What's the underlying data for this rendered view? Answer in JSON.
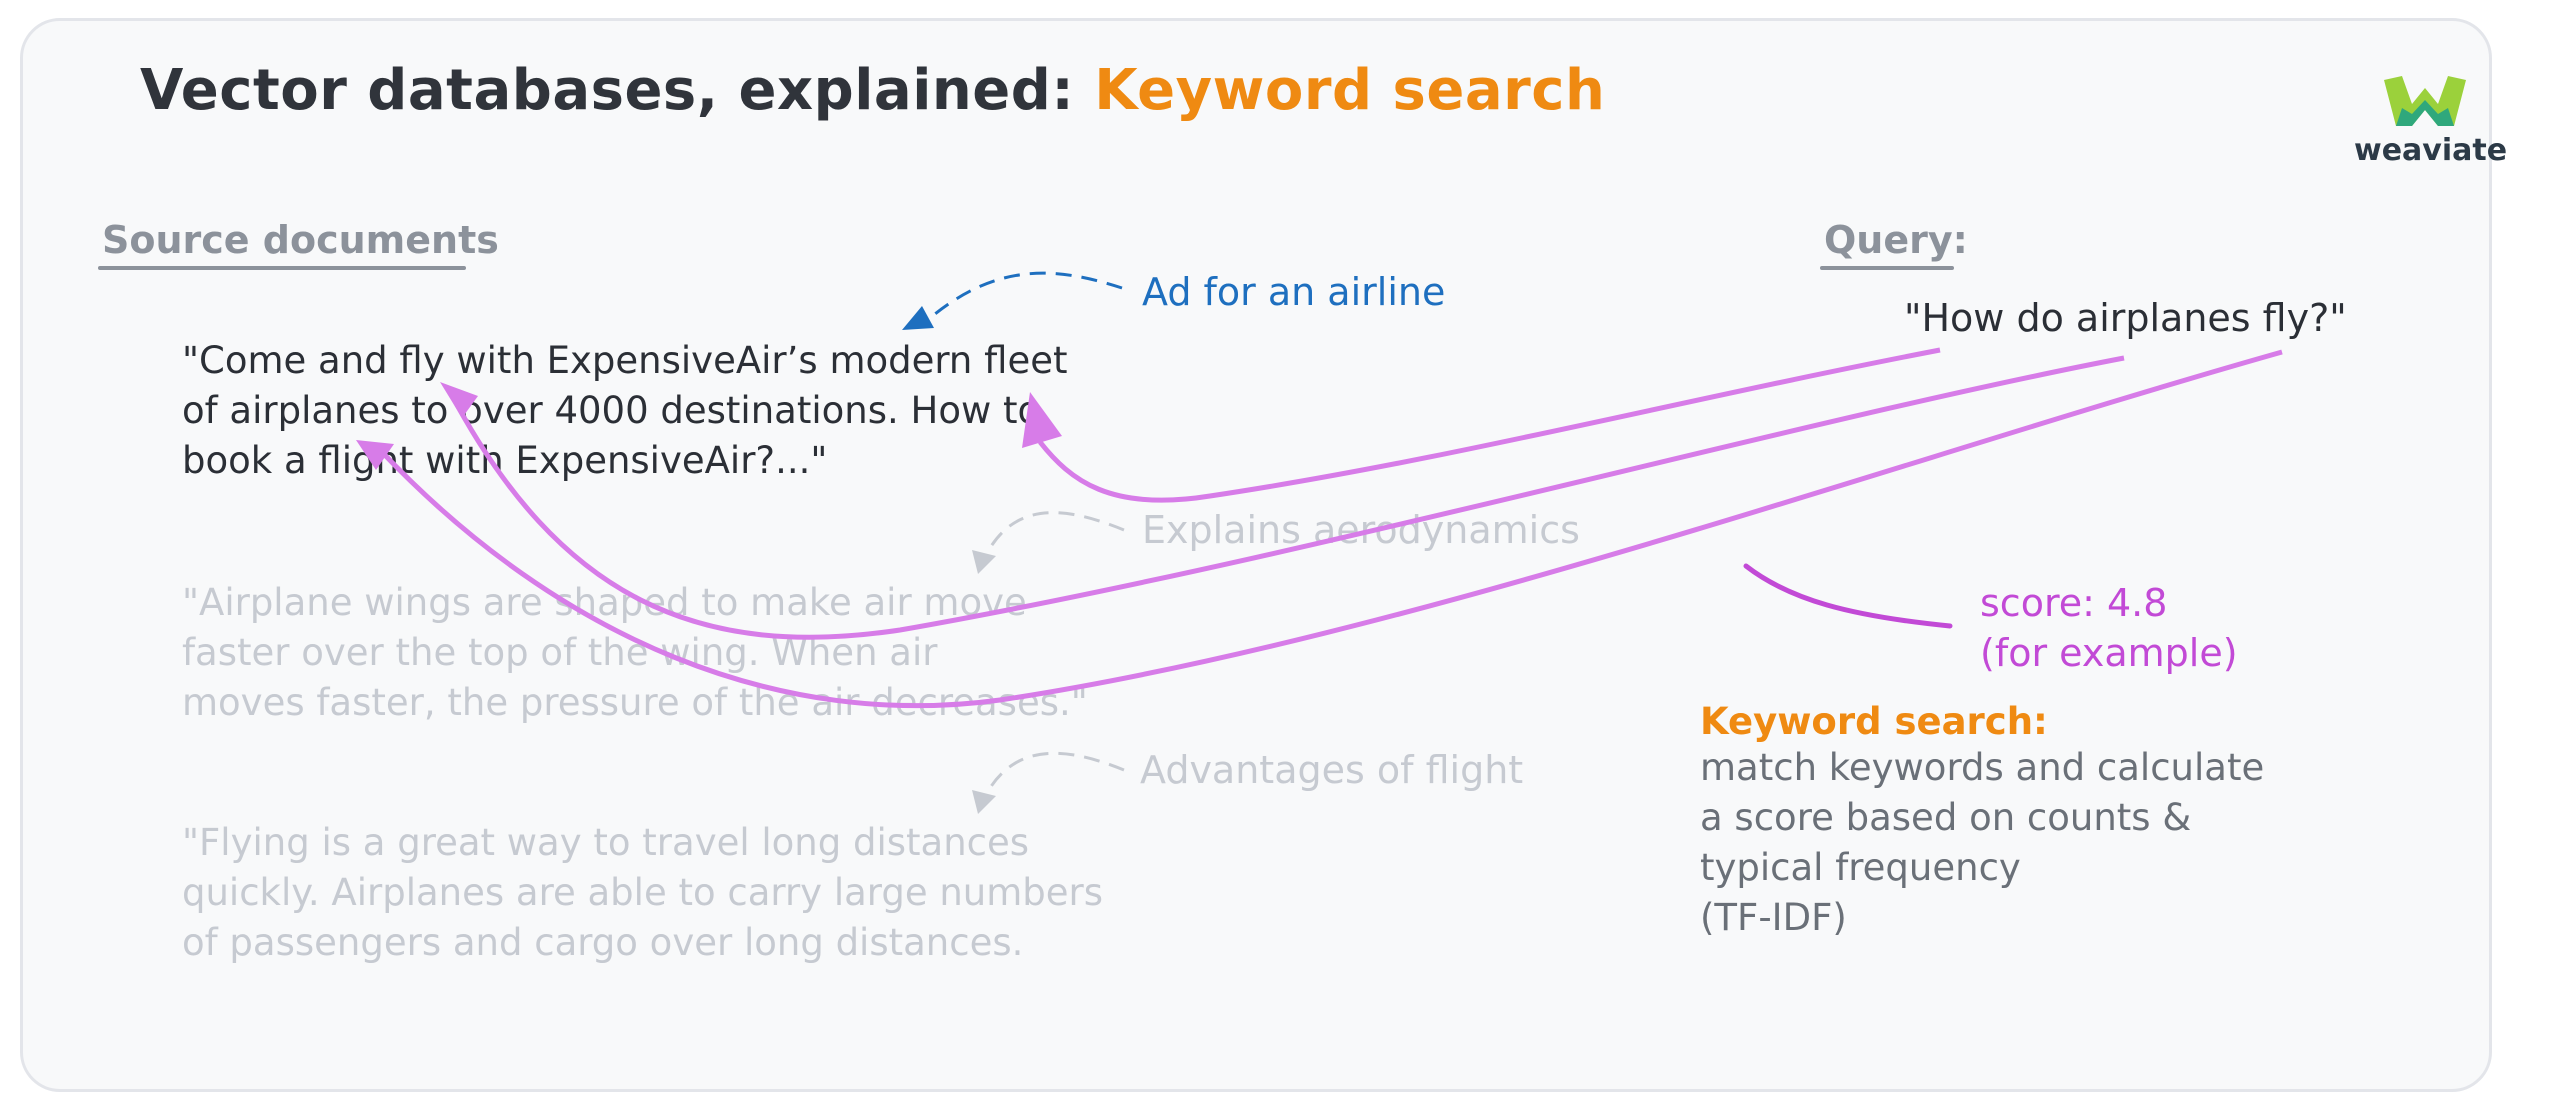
{
  "title": {
    "prefix": "Vector databases, explained: ",
    "highlight": "Keyword search"
  },
  "logo": {
    "text": "weaviate",
    "icon": "weaviate-logo-icon"
  },
  "source_documents": {
    "label": "Source documents",
    "docs": [
      {
        "lines": [
          "\"Come and fly with ExpensiveAir’s modern fleet",
          "of airplanes to over 4000 destinations. How to",
          "book a flight with ExpensiveAir?...\""
        ],
        "annotation": "Ad for an airline"
      },
      {
        "lines": [
          "\"Airplane wings are shaped to make air move",
          "faster over the top of the wing. When air",
          "moves faster,  the pressure of the air decreases.\""
        ],
        "annotation": "Explains aerodynamics"
      },
      {
        "lines": [
          "\"Flying is a great way to travel long distances",
          "quickly. Airplanes are able to carry large numbers",
          "of passengers and cargo over long distances."
        ],
        "annotation": "Advantages of flight"
      }
    ]
  },
  "query": {
    "label": "Query:",
    "text": "\"How do airplanes fly?\""
  },
  "score": {
    "line1": "score: 4.8",
    "line2": "(for example)"
  },
  "keyword_search": {
    "title": "Keyword search:",
    "lines": [
      "match keywords and calculate",
      "a score based on counts &",
      "typical frequency",
      "(TF-IDF)"
    ]
  },
  "colors": {
    "accent_orange": "#ef8a12",
    "annotation_blue": "#1e6fbf",
    "match_purple": "#d77ce8",
    "score_purple": "#c24ad6",
    "faded_text": "#c6cad1",
    "label_grey": "#8c929b"
  }
}
